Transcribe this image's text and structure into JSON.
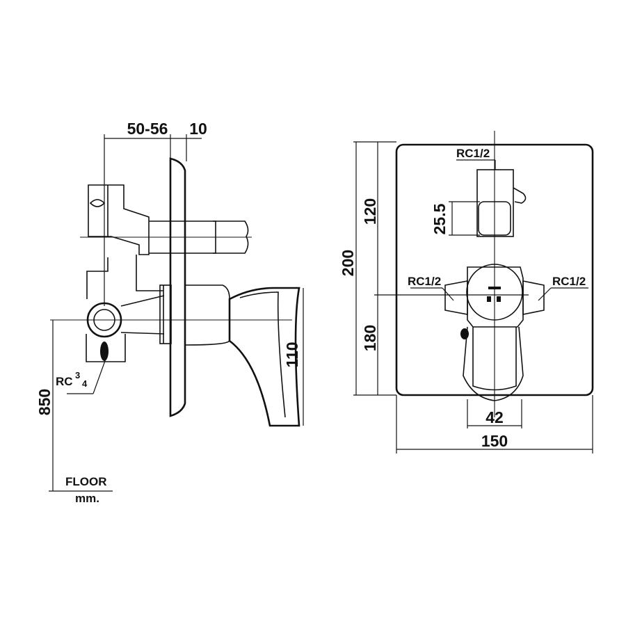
{
  "side_view": {
    "dim_depth": "50-56",
    "dim_plate": "10",
    "dim_inlet": "RC",
    "dim_inlet_frac_num": "3",
    "dim_inlet_frac_den": "4",
    "dim_height": "850",
    "dim_spout": "110",
    "floor_label": "FLOOR",
    "unit_label": "mm."
  },
  "front_view": {
    "dim_top_port": "RC1/2",
    "dim_left_port": "RC1/2",
    "dim_right_port": "RC1/2",
    "dim_upper": "120",
    "dim_total": "200",
    "dim_lower": "180",
    "dim_square": "25.5",
    "dim_handle_width": "42",
    "dim_plate_width": "150"
  }
}
